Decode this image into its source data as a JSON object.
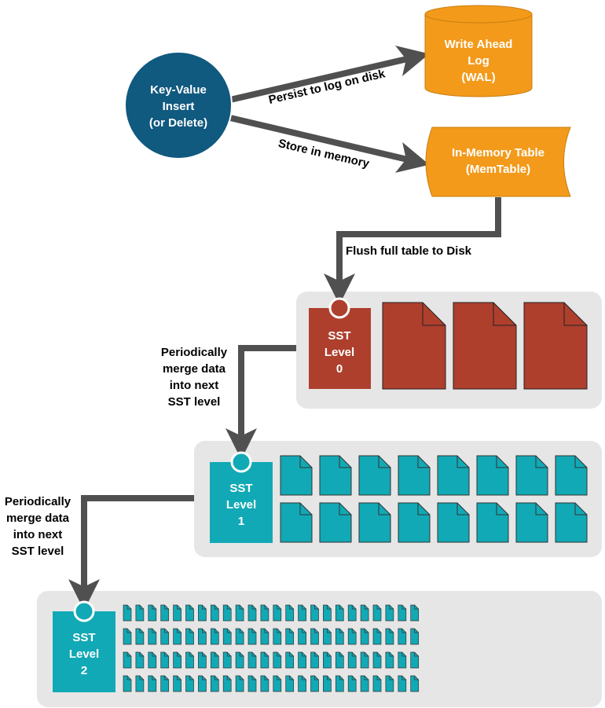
{
  "insert_node": {
    "lines": [
      "Key-Value",
      "Insert",
      "(or Delete)"
    ]
  },
  "wal_node": {
    "lines": [
      "Write Ahead",
      "Log",
      "(WAL)"
    ]
  },
  "memtable_node": {
    "lines": [
      "In-Memory Table",
      "(MemTable)"
    ]
  },
  "edges": {
    "persist": "Persist to log on disk",
    "store": "Store in memory",
    "flush": "Flush full table to Disk",
    "merge1": [
      "Periodically",
      "merge data",
      "into next",
      "SST level"
    ],
    "merge2": [
      "Periodically",
      "merge data",
      "into next",
      "SST level"
    ]
  },
  "levels": [
    {
      "lines": [
        "SST",
        "Level",
        "0"
      ],
      "rows": 1,
      "cols": 3
    },
    {
      "lines": [
        "SST",
        "Level",
        "1"
      ],
      "rows": 2,
      "cols": 8
    },
    {
      "lines": [
        "SST",
        "Level",
        "2"
      ],
      "rows": 4,
      "cols": 24
    }
  ],
  "colors": {
    "insert_fill": "#10597f",
    "wal_fill": "#f39a1b",
    "memtable_fill": "#f39a1b",
    "level0_fill": "#ae3f2d",
    "level_teal": "#11a9b5",
    "panel": "#e6e6e6",
    "arrow": "#505050"
  }
}
